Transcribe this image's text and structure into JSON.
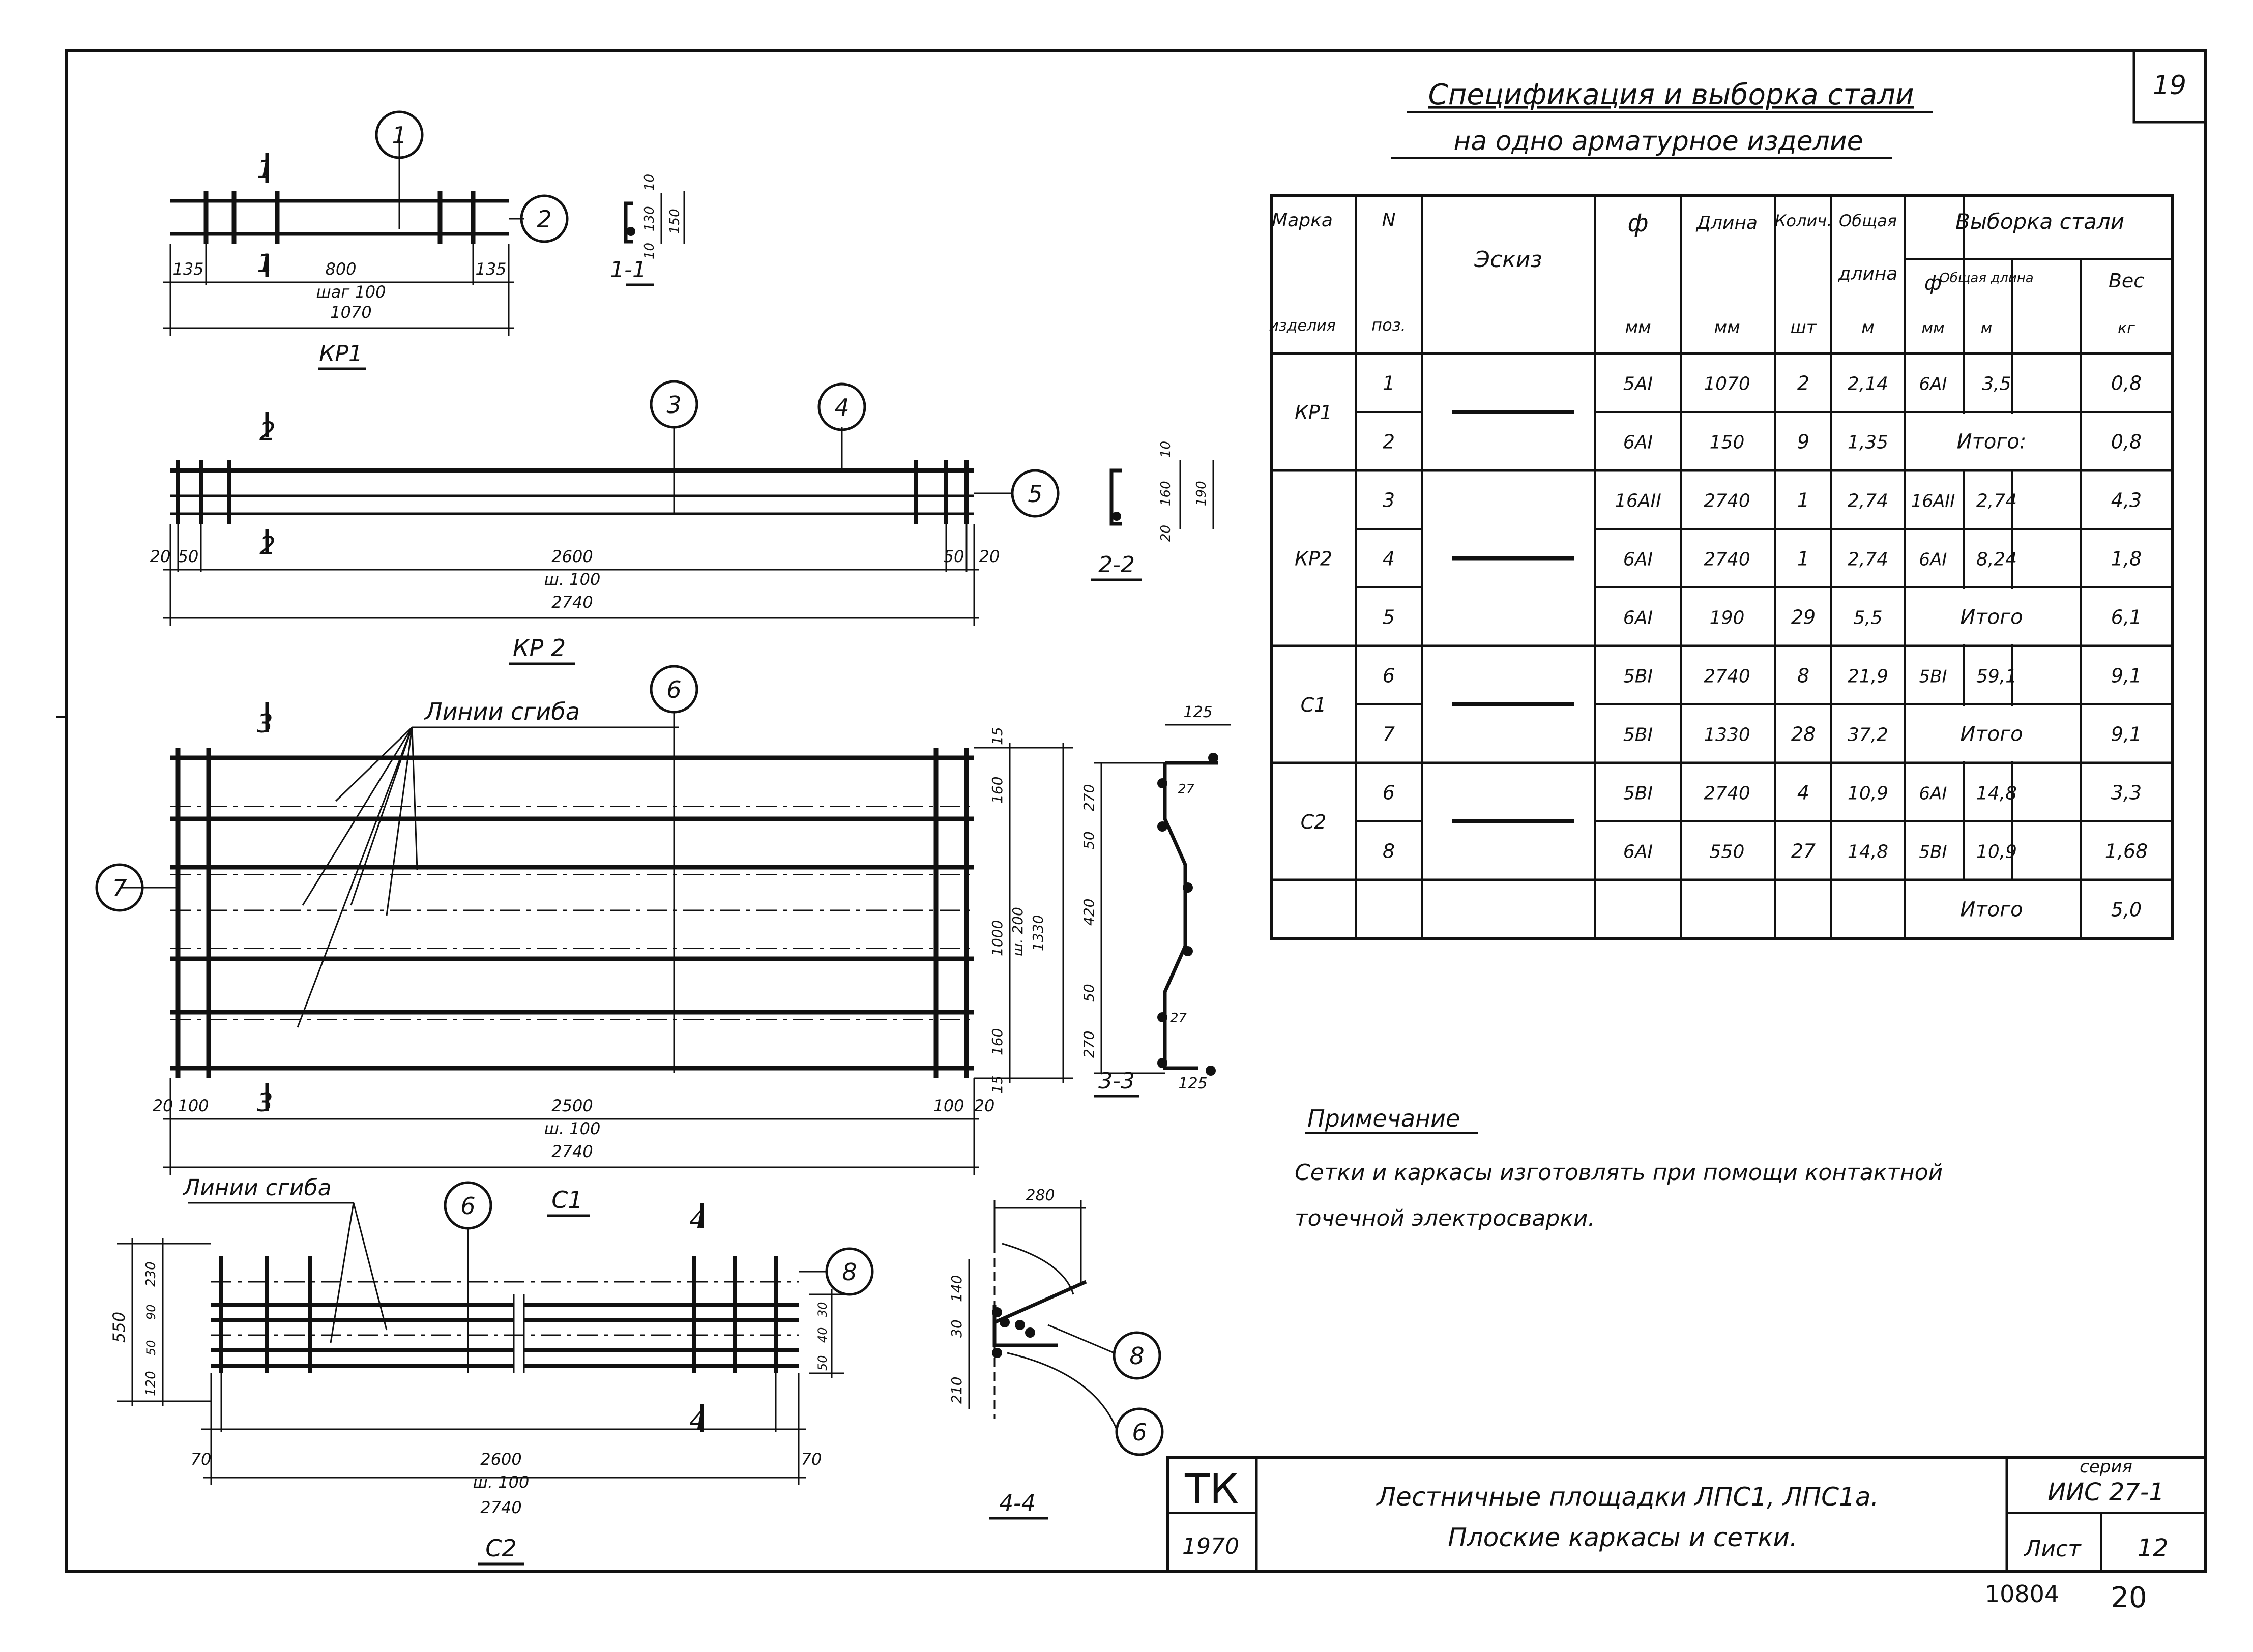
{
  "sheet": {
    "page_number": "19",
    "stamp": "10804",
    "stamp_page": "20"
  },
  "spec": {
    "title_line1": "Спецификация и выборка стали",
    "title_line2": "на одно арматурное изделие",
    "headers": {
      "marka": "Марка",
      "izdeliya": "изделия",
      "n": "N",
      "poz": "поз.",
      "eskiz": "Эскиз",
      "phi": "ф",
      "mm": "мм",
      "dlina": "Длина",
      "kolich": "Колич.",
      "sht": "шт",
      "obshaya": "Общая",
      "obshaya_dlina": "длина",
      "m": "м",
      "vyborka": "Выборка стали",
      "v_phi": "ф",
      "v_obsh": "Общая длина",
      "v_m": "м",
      "ves": "Вес",
      "kg": "кг"
    },
    "rows": [
      {
        "marka": "КР1",
        "poz": "1",
        "phi": "5АI",
        "len": "1070",
        "qty": "2",
        "total": "2,14",
        "v_phi": "6АI",
        "v_len": "3,5",
        "weight": "0,8"
      },
      {
        "marka": "",
        "poz": "2",
        "phi": "6АI",
        "len": "150",
        "qty": "9",
        "total": "1,35",
        "v_itogo": "Итого:",
        "weight": "0,8"
      },
      {
        "marka": "КР2",
        "poz": "3",
        "phi": "16АII",
        "len": "2740",
        "qty": "1",
        "total": "2,74",
        "v_phi": "16АII",
        "v_len": "2,74",
        "weight": "4,3"
      },
      {
        "marka": "",
        "poz": "4",
        "phi": "6АI",
        "len": "2740",
        "qty": "1",
        "total": "2,74",
        "v_phi": "6АI",
        "v_len": "8,24",
        "weight": "1,8"
      },
      {
        "marka": "",
        "poz": "5",
        "phi": "6АI",
        "len": "190",
        "qty": "29",
        "total": "5,5",
        "v_itogo": "Итого",
        "weight": "6,1"
      },
      {
        "marka": "С1",
        "poz": "6",
        "phi": "5ВI",
        "len": "2740",
        "qty": "8",
        "total": "21,9",
        "v_phi": "5ВI",
        "v_len": "59,1",
        "weight": "9,1"
      },
      {
        "marka": "",
        "poz": "7",
        "phi": "5ВI",
        "len": "1330",
        "qty": "28",
        "total": "37,2",
        "v_itogo": "Итого",
        "weight": "9,1"
      },
      {
        "marka": "С2",
        "poz": "6",
        "phi": "5ВI",
        "len": "2740",
        "qty": "4",
        "total": "10,9",
        "v_phi": "6АI",
        "v_len": "14,8",
        "weight": "3,3"
      },
      {
        "marka": "",
        "poz": "8",
        "phi": "6АI",
        "len": "550",
        "qty": "27",
        "total": "14,8",
        "v_phi": "5ВI",
        "v_len": "10,9",
        "weight": "1,68"
      },
      {
        "marka": "",
        "poz": "",
        "phi": "",
        "len": "",
        "qty": "",
        "total": "",
        "v_itogo": "Итого",
        "weight": "5,0"
      }
    ]
  },
  "note": {
    "title": "Примечание",
    "line1": "Сетки и каркасы изготовлять при помощи контактной",
    "line2": "точечной электросварки."
  },
  "title_block": {
    "org": "ТК",
    "year": "1970",
    "line1": "Лестничные площадки ЛПС1, ЛПС1а.",
    "line2": "Плоские каркасы и сетки.",
    "series_label": "серия",
    "series": "ИИС 27-1",
    "sheet_label": "Лист",
    "sheet_no": "12"
  },
  "drawings": {
    "kr1": {
      "name": "КР1",
      "section": "1-1",
      "cut": "1",
      "callouts": [
        "1",
        "2"
      ],
      "dims": {
        "end_left": "135",
        "span": "800",
        "step": "шаг 100",
        "total": "1070",
        "end_right": "135"
      },
      "section_dims": [
        "10",
        "130",
        "10",
        "150"
      ]
    },
    "kr2": {
      "name": "КР 2",
      "section": "2-2",
      "cut": "2",
      "callouts": [
        "3",
        "4",
        "5"
      ],
      "dims": {
        "a": "20",
        "b": "50",
        "span": "2600",
        "step": "ш. 100",
        "total": "2740",
        "c": "50",
        "d": "20"
      },
      "section_dims": [
        "10",
        "160",
        "20",
        "190"
      ]
    },
    "c1": {
      "name": "С1",
      "section": "3-3",
      "cut": "3",
      "bend_label": "Линии сгиба",
      "callouts": [
        "6",
        "7"
      ],
      "dims": {
        "a": "20",
        "b": "100",
        "span": "2500",
        "step": "ш. 100",
        "total": "2740",
        "c": "100",
        "d": "20"
      },
      "right_dims": [
        "15",
        "160",
        "1000",
        "ш. 200",
        "1330",
        "160",
        "15"
      ],
      "section_dims": [
        "125",
        "270",
        "27",
        "50",
        "420",
        "50",
        "27",
        "270",
        "125"
      ]
    },
    "c2": {
      "name": "С2",
      "section": "4-4",
      "cut": "4",
      "bend_label": "Линии сгиба",
      "callouts": [
        "6",
        "8"
      ],
      "dims": {
        "a": "70",
        "span": "2600",
        "step": "ш. 100",
        "total": "2740",
        "b": "70"
      },
      "left_dims": [
        "550",
        "230",
        "90",
        "50",
        "120"
      ],
      "right_dims": [
        "30",
        "40",
        "50"
      ],
      "section_dims": [
        "280",
        "140",
        "30",
        "210"
      ]
    }
  }
}
